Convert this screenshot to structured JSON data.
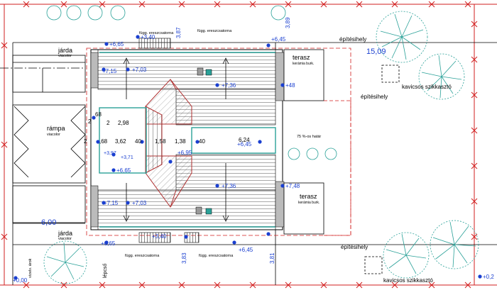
{
  "labels": {
    "jarda": "járda",
    "viacolor": "viacolor",
    "rampa": "rámpa",
    "terasz": "terasz",
    "keramia": "kerámia burk.",
    "epitesihely": "építésihely",
    "kavicsos": "kavicsos szikkasztó",
    "fugg": "függ. ereszcsatorna",
    "hatar": "75 %-os határ",
    "lepcso": "lépcső",
    "vizelvezeto": "vízelv. árok"
  },
  "levels": {
    "p665": "+6,65",
    "p340": "+3,40",
    "p645": "+6,45",
    "p715": "+7,15",
    "p703": "+7,03",
    "p736": "+7,36",
    "p48": "+48",
    "p748": "+7,48",
    "p397": "+3,97",
    "p371": "+3,71",
    "p695": "+6,95",
    "p000": "+0,00",
    "p02": "+0,2"
  },
  "dims": {
    "d387": "3,87",
    "d389": "3,89",
    "d1509": "15,09",
    "d600": "6,00",
    "d383": "3,83",
    "d381": "3,81",
    "d298": "2,98",
    "d2a": "2",
    "d2b": "2",
    "d68": ",68",
    "d362": "3,62",
    "d40a": "40",
    "d158": "1,58",
    "d138": "1,38",
    "d40b": "40",
    "d624": "6,24",
    "d2c": "2",
    "d68b": "68"
  }
}
